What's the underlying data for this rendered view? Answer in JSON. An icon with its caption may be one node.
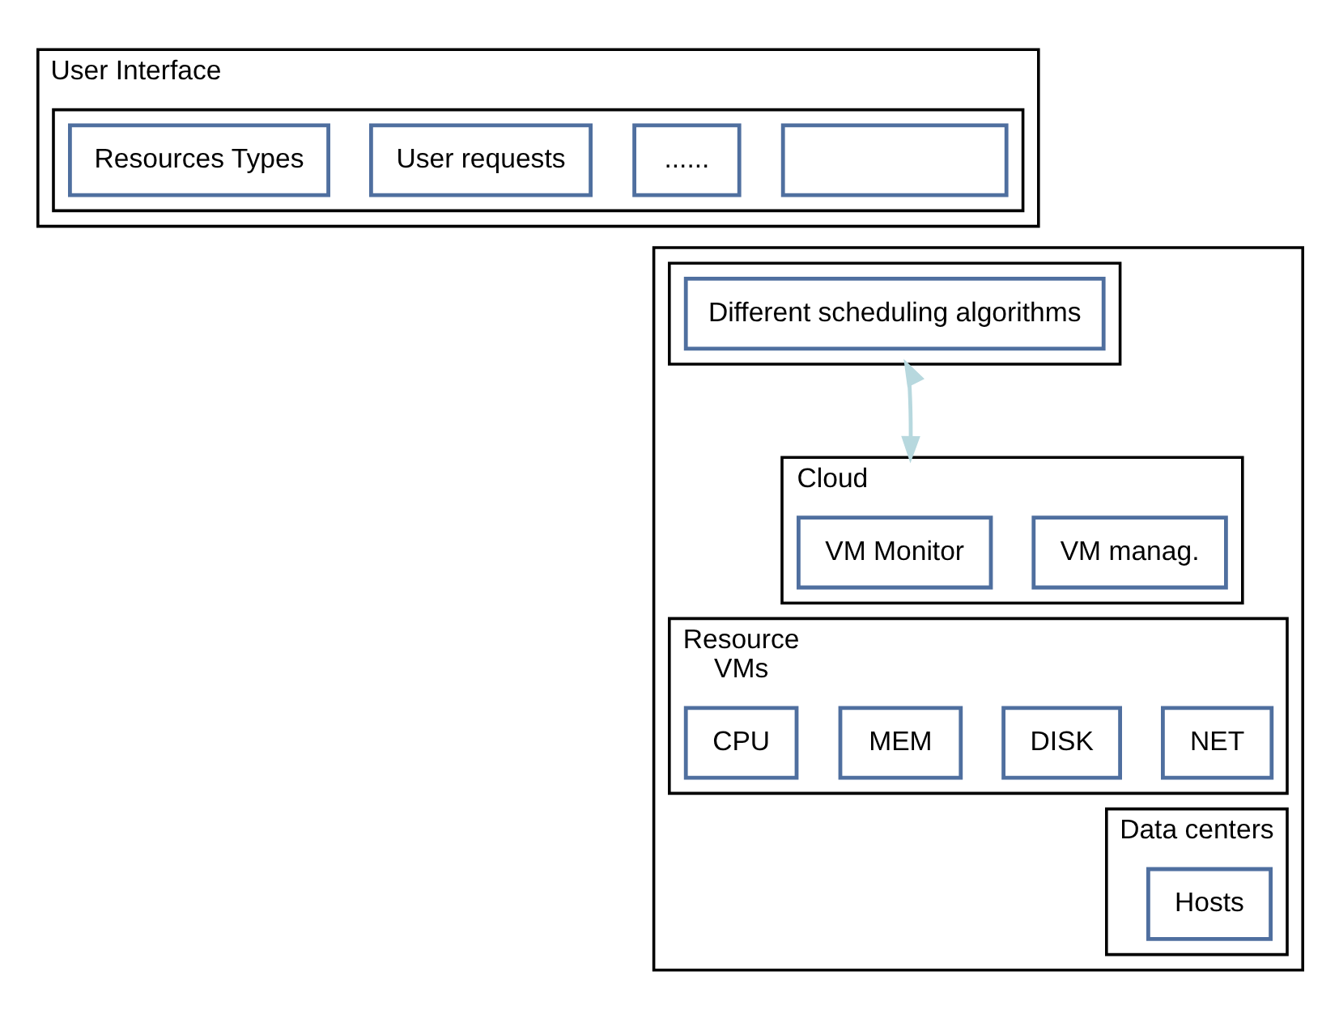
{
  "diagram": {
    "nodes": [
      {
        "text": [
          "User Interface"
        ]
      },
      {
        "text": [],
        "shape": "box",
        "in": 0
      },
      {
        "text": [
          "Resources Types"
        ],
        "in": 1
      },
      {
        "text": [
          "User requests"
        ],
        "in": 1
      },
      {
        "text": [
          "......"
        ],
        "in": 1
      },
      {
        "text": [],
        "shape": "box",
        "in": 1
      },
      {
        "text": [],
        "shape": "box"
      },
      {
        "text": [],
        "shape": "box",
        "in": 6
      },
      {
        "text": [
          "Different scheduling algorithms"
        ],
        "in": 7
      },
      {
        "text": [
          "Cloud"
        ],
        "in": 6
      },
      {
        "text": [
          "VM Monitor"
        ],
        "in": 9
      },
      {
        "text": [
          "VM manag."
        ],
        "in": 9
      },
      {
        "text": [
          "Resource",
          "VMs"
        ],
        "in": 6
      },
      {
        "text": [
          "CPU"
        ],
        "in": 12
      },
      {
        "text": [
          "MEM"
        ],
        "in": 12
      },
      {
        "text": [
          "DISK"
        ],
        "in": 12
      },
      {
        "text": [
          "NET"
        ],
        "in": 12
      },
      {
        "text": [
          "Data centers"
        ],
        "in": 6
      },
      {
        "text": [
          "Hosts"
        ],
        "in": 17
      }
    ],
    "edges": [
      {
        "from": 7,
        "to": 9,
        "arrow": "both",
        "color": "#b7d8de"
      }
    ]
  }
}
